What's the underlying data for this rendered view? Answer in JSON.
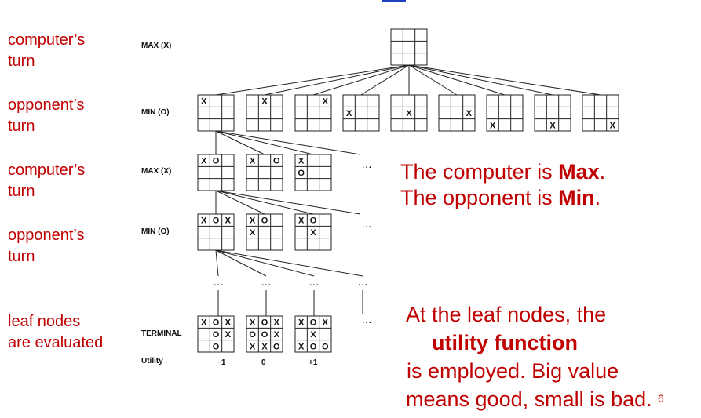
{
  "side_labels": [
    {
      "line1": "computer’s",
      "line2": "turn"
    },
    {
      "line1": "opponent’s",
      "line2": "turn"
    },
    {
      "line1": "computer’s",
      "line2": "turn"
    },
    {
      "line1": "opponent’s",
      "line2": "turn"
    },
    {
      "line1": "leaf nodes",
      "line2": "are evaluated"
    }
  ],
  "level_labels": [
    "MAX (X)",
    "MIN (O)",
    "MAX (X)",
    "MIN (O)",
    "TERMINAL"
  ],
  "utility": {
    "label": "Utility",
    "values": [
      "−1",
      "0",
      "+1"
    ]
  },
  "note1": {
    "line1_prefix": "The computer is ",
    "line1_bold": "Max",
    "line1_suffix": ".",
    "line2_prefix": "The opponent is ",
    "line2_bold": "Min",
    "line2_suffix": "."
  },
  "note2": {
    "line1": "At the leaf nodes, the",
    "line2_bold": "utility function",
    "line3": "is employed. Big value",
    "line4": "means good, small is bad."
  },
  "ellipsis": "…",
  "page_number": "6",
  "boards": {
    "root": [
      "",
      "",
      "",
      "",
      "",
      "",
      "",
      "",
      ""
    ],
    "level1": [
      [
        "X",
        "",
        "",
        "",
        "",
        "",
        "",
        "",
        ""
      ],
      [
        "",
        "X",
        "",
        "",
        "",
        "",
        "",
        "",
        ""
      ],
      [
        "",
        "",
        "X",
        "",
        "",
        "",
        "",
        "",
        ""
      ],
      [
        "",
        "",
        "",
        "X",
        "",
        "",
        "",
        "",
        ""
      ],
      [
        "",
        "",
        "",
        "",
        "X",
        "",
        "",
        "",
        ""
      ],
      [
        "",
        "",
        "",
        "",
        "",
        "X",
        "",
        "",
        ""
      ],
      [
        "",
        "",
        "",
        "",
        "",
        "",
        "X",
        "",
        ""
      ],
      [
        "",
        "",
        "",
        "",
        "",
        "",
        "",
        "X",
        ""
      ],
      [
        "",
        "",
        "",
        "",
        "",
        "",
        "",
        "",
        "X"
      ]
    ],
    "level2": [
      [
        "X",
        "O",
        "",
        "",
        "",
        "",
        "",
        "",
        ""
      ],
      [
        "X",
        "",
        "O",
        "",
        "",
        "",
        "",
        "",
        ""
      ],
      [
        "X",
        "",
        "",
        "O",
        "",
        "",
        "",
        "",
        ""
      ]
    ],
    "level3": [
      [
        "X",
        "O",
        "X",
        "",
        "",
        "",
        "",
        "",
        ""
      ],
      [
        "X",
        "O",
        "",
        "X",
        "",
        "",
        "",
        "",
        ""
      ],
      [
        "X",
        "O",
        "",
        "",
        "X",
        "",
        "",
        "",
        ""
      ]
    ],
    "terminal": [
      [
        "X",
        "O",
        "X",
        "",
        "O",
        "X",
        "",
        "O",
        ""
      ],
      [
        "X",
        "O",
        "X",
        "O",
        "O",
        "X",
        "X",
        "X",
        "O"
      ],
      [
        "X",
        "O",
        "X",
        "",
        "X",
        "",
        "X",
        "O",
        "O"
      ]
    ]
  }
}
